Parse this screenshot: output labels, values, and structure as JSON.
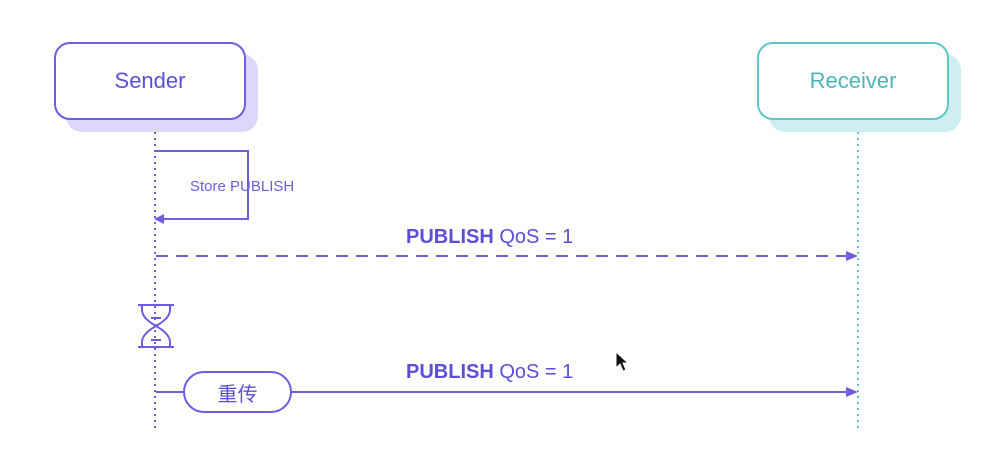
{
  "sender": {
    "label": "Sender"
  },
  "receiver": {
    "label": "Receiver"
  },
  "self_message": {
    "label": "Store PUBLISH"
  },
  "message_1": {
    "bold": "PUBLISH",
    "rest": " QoS = 1",
    "line_style": "dashed"
  },
  "timeout_icon": "hourglass-icon",
  "message_2": {
    "bold": "PUBLISH",
    "rest": " QoS = 1",
    "line_style": "solid"
  },
  "retry": {
    "label": "重传"
  },
  "colors": {
    "sender": "#6b5fe0",
    "receiver": "#5ec6c8",
    "text": "#5a4fd6"
  }
}
